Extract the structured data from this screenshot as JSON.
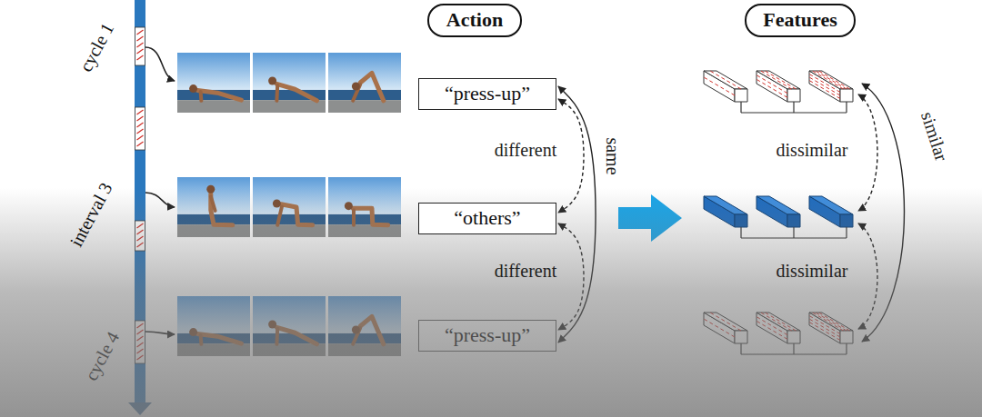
{
  "diagram": {
    "nodes": [
      {
        "text": [
          "Action"
        ]
      },
      {
        "text": [
          "Features"
        ]
      },
      {
        "text": [
          "“press-up”"
        ]
      },
      {
        "text": [
          "“others”"
        ]
      },
      {
        "text": [
          "“press-up”"
        ]
      }
    ],
    "edges": [
      {
        "from": 2,
        "to": 3,
        "arrow": "both",
        "label": "different"
      },
      {
        "from": 3,
        "to": 4,
        "arrow": "both",
        "label": "different"
      },
      {
        "from": 2,
        "to": 4,
        "arrow": "both",
        "label": "same"
      }
    ],
    "labels": [
      "cycle 1",
      "interval 3",
      "cycle 4",
      "dissimilar",
      "dissimilar",
      "similar"
    ]
  }
}
